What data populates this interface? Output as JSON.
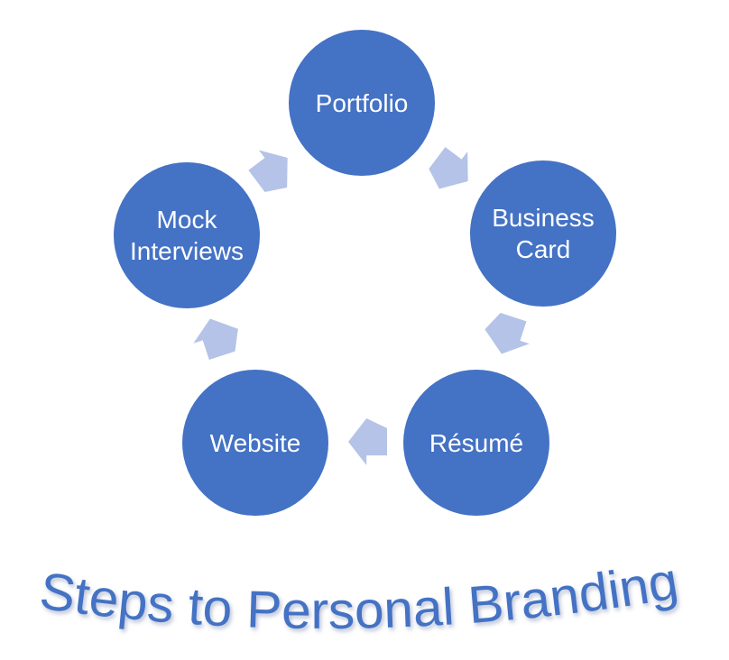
{
  "title": {
    "text": "Steps to Personal Branding",
    "color": "#4472C4",
    "style": "arched"
  },
  "diagram": {
    "type": "cycle",
    "direction": "clockwise",
    "nodes": [
      {
        "id": "portfolio",
        "label": "Portfolio"
      },
      {
        "id": "business-card",
        "label": "Business Card"
      },
      {
        "id": "resume",
        "label": "Résumé"
      },
      {
        "id": "website",
        "label": "Website"
      },
      {
        "id": "mock-interviews",
        "label": "Mock Interviews"
      }
    ],
    "arrows": [
      {
        "from": "mock-interviews",
        "to": "portfolio"
      },
      {
        "from": "portfolio",
        "to": "business-card"
      },
      {
        "from": "business-card",
        "to": "resume"
      },
      {
        "from": "resume",
        "to": "website"
      },
      {
        "from": "website",
        "to": "mock-interviews"
      }
    ],
    "colors": {
      "node_fill": "#4472C4",
      "node_text": "#FFFFFF",
      "arrow_fill": "#B4C3E7",
      "background": "#FFFFFF"
    }
  }
}
